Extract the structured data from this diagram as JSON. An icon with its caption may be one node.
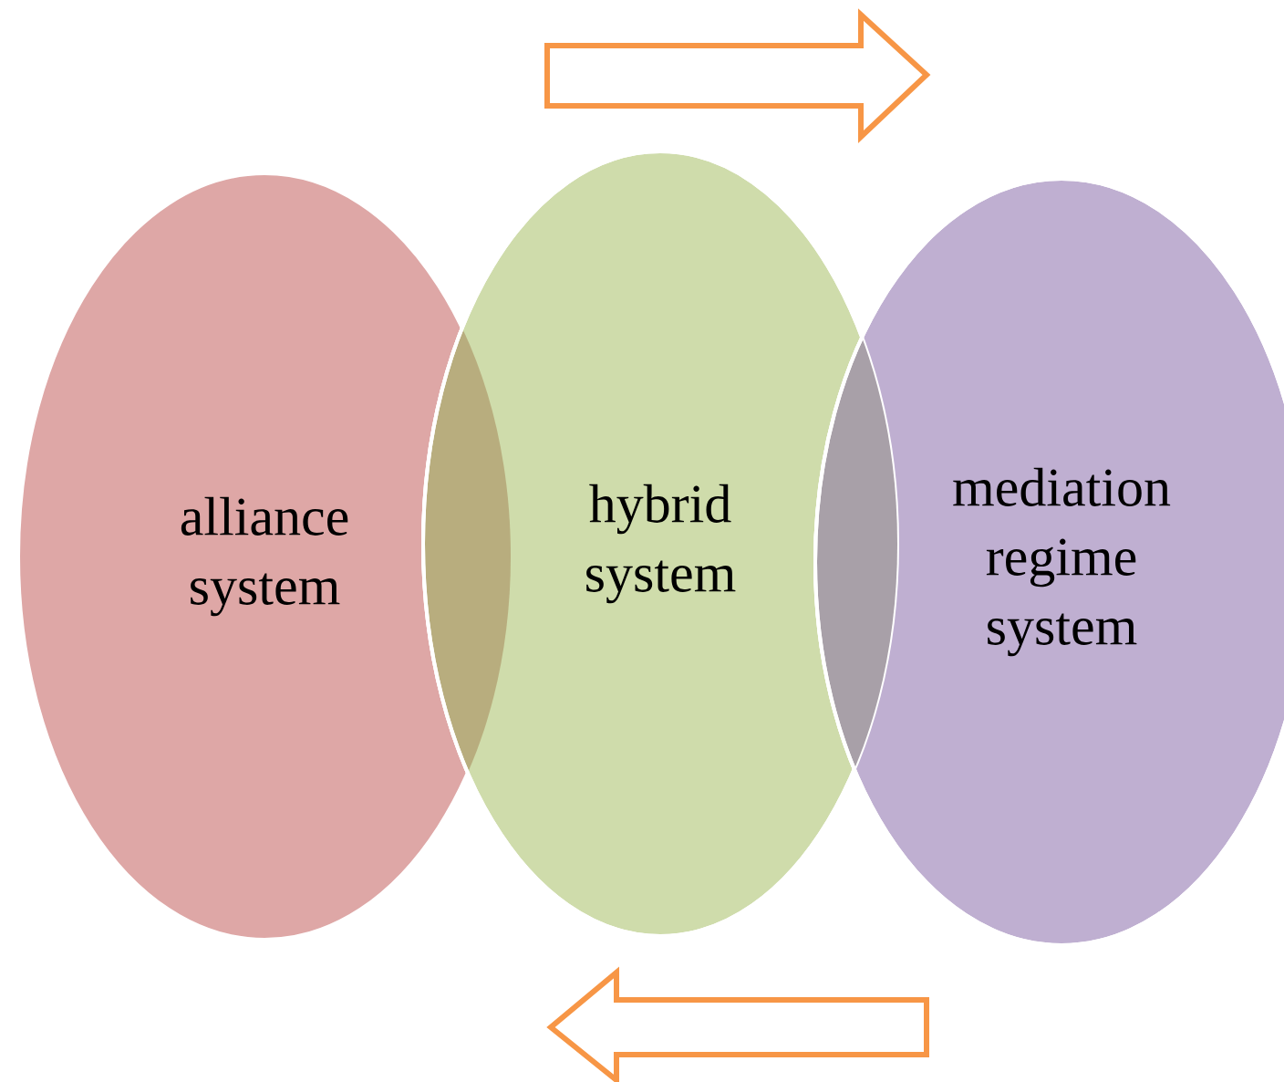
{
  "diagram": {
    "nodes": [
      {
        "text": [
          "alliance system"
        ]
      },
      {
        "text": [
          "hybrid system"
        ]
      },
      {
        "text": [
          "mediation regime system"
        ]
      }
    ]
  }
}
